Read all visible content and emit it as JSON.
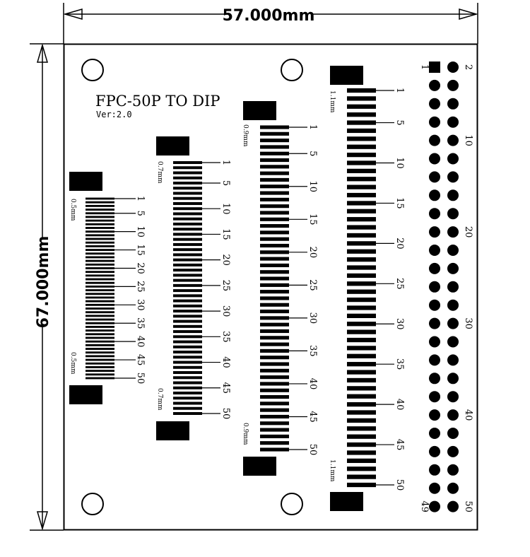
{
  "dimensions": {
    "width": "57.000mm",
    "height": "67.000mm"
  },
  "board": {
    "title": "FPC-50P TO DIP",
    "version": "Ver:2.0"
  },
  "connectors": [
    {
      "id": "fpc-0-5mm",
      "pitch_top": "0.5mm",
      "pitch_bottom": "0.5mm",
      "pins": 50,
      "labels": [
        "1",
        "5",
        "10",
        "15",
        "20",
        "25",
        "30",
        "35",
        "40",
        "45",
        "50"
      ]
    },
    {
      "id": "fpc-0-7mm",
      "pitch_top": "0.7mm",
      "pitch_bottom": "0.7mm",
      "pins": 50,
      "labels": [
        "1",
        "5",
        "10",
        "15",
        "20",
        "25",
        "30",
        "35",
        "40",
        "45",
        "50"
      ]
    },
    {
      "id": "fpc-0-9mm",
      "pitch_top": "0.9mm",
      "pitch_bottom": "0.9mm",
      "pins": 50,
      "labels": [
        "1",
        "5",
        "10",
        "15",
        "20",
        "25",
        "30",
        "35",
        "40",
        "45",
        "50"
      ]
    },
    {
      "id": "fpc-1-1mm",
      "pitch_top": "1.1mm",
      "pitch_bottom": "1.1mm",
      "pins": 50,
      "labels": [
        "1",
        "5",
        "10",
        "15",
        "20",
        "25",
        "30",
        "35",
        "40",
        "45",
        "50"
      ]
    }
  ],
  "dip_header": {
    "rows": 25,
    "left_labels": {
      "first": "1",
      "last": "49"
    },
    "right_labels": [
      "2",
      "10",
      "20",
      "30",
      "40",
      "50"
    ]
  },
  "colors": {
    "ink": "#000000",
    "background": "#ffffff"
  }
}
